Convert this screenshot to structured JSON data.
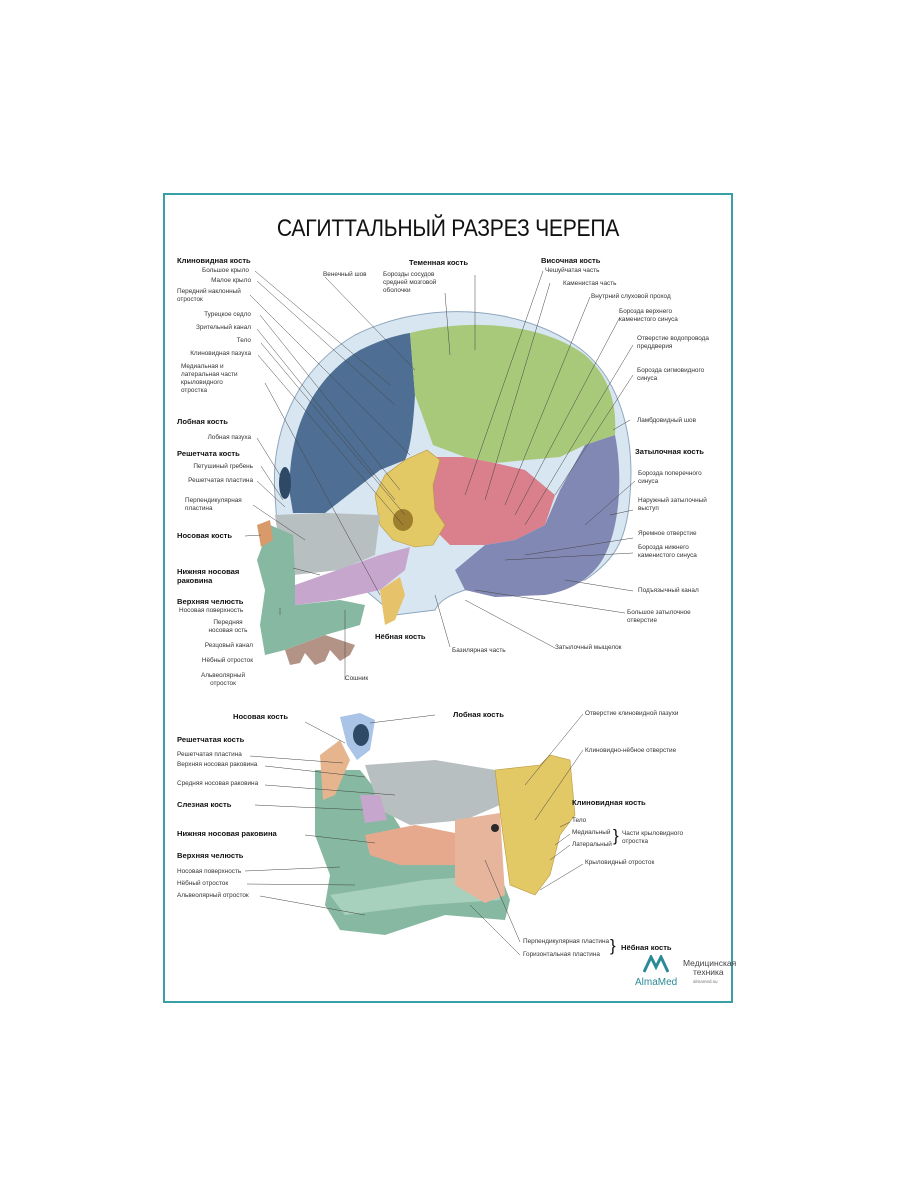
{
  "title": "САГИТТАЛЬНЫЙ РАЗРЕЗ ЧЕРЕПА",
  "top_view": {
    "left_labels": [
      {
        "type": "heading",
        "text": "Клиновидная кость"
      },
      {
        "type": "label",
        "text": "Большое крыло"
      },
      {
        "type": "label",
        "text": "Малое крыло"
      },
      {
        "type": "label",
        "text": "Передний наклонный отросток"
      },
      {
        "type": "label",
        "text": "Турецкое седло"
      },
      {
        "type": "label",
        "text": "Зрительный канал"
      },
      {
        "type": "label",
        "text": "Тело"
      },
      {
        "type": "label",
        "text": "Клиновидная пазуха"
      },
      {
        "type": "label",
        "text": "Медиальная и латеральная части крыловидного отростка"
      },
      {
        "type": "heading",
        "text": "Лобная кость"
      },
      {
        "type": "label",
        "text": "Лобная пазуха"
      },
      {
        "type": "heading",
        "text": "Решетчата кость"
      },
      {
        "type": "label",
        "text": "Петушиный гребень"
      },
      {
        "type": "label",
        "text": "Решетчатая пластина"
      },
      {
        "type": "label",
        "text": "Перпендикулярная пластина"
      },
      {
        "type": "heading",
        "text": "Носовая кость"
      },
      {
        "type": "heading",
        "text": "Нижняя носовая раковина"
      },
      {
        "type": "heading",
        "text": "Верхняя челюсть"
      },
      {
        "type": "label",
        "text": "Носовая поверхность"
      },
      {
        "type": "label",
        "text": "Передняя носовая ость"
      },
      {
        "type": "label",
        "text": "Резцовый канал"
      },
      {
        "type": "label",
        "text": "Нёбный отросток"
      },
      {
        "type": "label",
        "text": "Альвеолярный отросток"
      }
    ],
    "top_labels": {
      "coronal_suture": "Венечный шов",
      "meningeal_grooves": "Борозды сосудов средней мозговой оболочки",
      "parietal_heading": "Теменная кость"
    },
    "right_labels": [
      {
        "type": "heading",
        "text": "Височная кость"
      },
      {
        "type": "label",
        "text": "Чешуйчатая часть"
      },
      {
        "type": "label",
        "text": "Каменистая часть"
      },
      {
        "type": "label",
        "text": "Внутрний слуховой проход"
      },
      {
        "type": "label",
        "text": "Борозда верхнего каменистого синуса"
      },
      {
        "type": "label",
        "text": "Отверстие водопровода преддверия"
      },
      {
        "type": "label",
        "text": "Борозда сигмовидного синуса"
      },
      {
        "type": "label",
        "text": "Ламбдовидный шов"
      },
      {
        "type": "heading",
        "text": "Затылочная кость"
      },
      {
        "type": "label",
        "text": "Борозда поперечного синуса"
      },
      {
        "type": "label",
        "text": "Наружный затылочный выступ"
      },
      {
        "type": "label",
        "text": "Яремное отверстие"
      },
      {
        "type": "label",
        "text": "Борозда нижнего каменистого синуса"
      },
      {
        "type": "label",
        "text": "Подъязычный канал"
      },
      {
        "type": "label",
        "text": "Большое затылочное отверстие"
      }
    ],
    "bottom_labels": {
      "palatine_heading": "Нёбная кость",
      "vomer": "Сошник",
      "basilar_part": "Базилярная часть",
      "occipital_condyle": "Затылочный мыщелок"
    }
  },
  "bottom_view": {
    "left_labels": [
      {
        "type": "heading",
        "text": "Носовая кость"
      },
      {
        "type": "heading",
        "text": "Решетчатая кость"
      },
      {
        "type": "label",
        "text": "Решетчатая пластина"
      },
      {
        "type": "label",
        "text": "Верхняя носовая раковина"
      },
      {
        "type": "label",
        "text": "Средняя носовая раковина"
      },
      {
        "type": "heading",
        "text": "Слезная кость"
      },
      {
        "type": "heading",
        "text": "Нижняя носовая раковина"
      },
      {
        "type": "heading",
        "text": "Верхняя челюсть"
      },
      {
        "type": "label",
        "text": "Носовая поверхность"
      },
      {
        "type": "label",
        "text": "Нёбный отросток"
      },
      {
        "type": "label",
        "text": "Альвеолярный отросток"
      }
    ],
    "frontal_heading": "Лобная кость",
    "right_labels": {
      "sphenoid_sinus_aperture": "Отверстие клиновидной пазухи",
      "sphenopalatine_foramen": "Клиновидно-нёбное отверстие",
      "sphenoid_heading": "Клиновидная кость",
      "body": "Тело",
      "medial": "Медиальный",
      "lateral": "Латеральный",
      "pterygoid_parts": "Части крыловидного отростка",
      "pterygoid_process": "Крыловидный отросток"
    },
    "palatine": {
      "perpendicular": "Перпендикулярная пластина",
      "horizontal": "Горизонтальная пластина",
      "heading": "Нёбная кость"
    }
  },
  "brand": {
    "name": "AlmaMed",
    "tagline_1": "Медицинская",
    "tagline_2": "техника",
    "url": "almamed.su",
    "color": "#2a8a96"
  },
  "colors": {
    "frame": "#3aa0a8",
    "frontal": "#4e6f93",
    "parietal": "#a9c97a",
    "temporal": "#d9808c",
    "occipital": "#8288b4",
    "sphenoid": "#e3c866",
    "maxilla": "#87b8a1",
    "ethmoid": "#b8bfc0",
    "palatine": "#e6a98d",
    "vomer": "#c6a6cc",
    "bone_edge": "#d8e6f2"
  }
}
